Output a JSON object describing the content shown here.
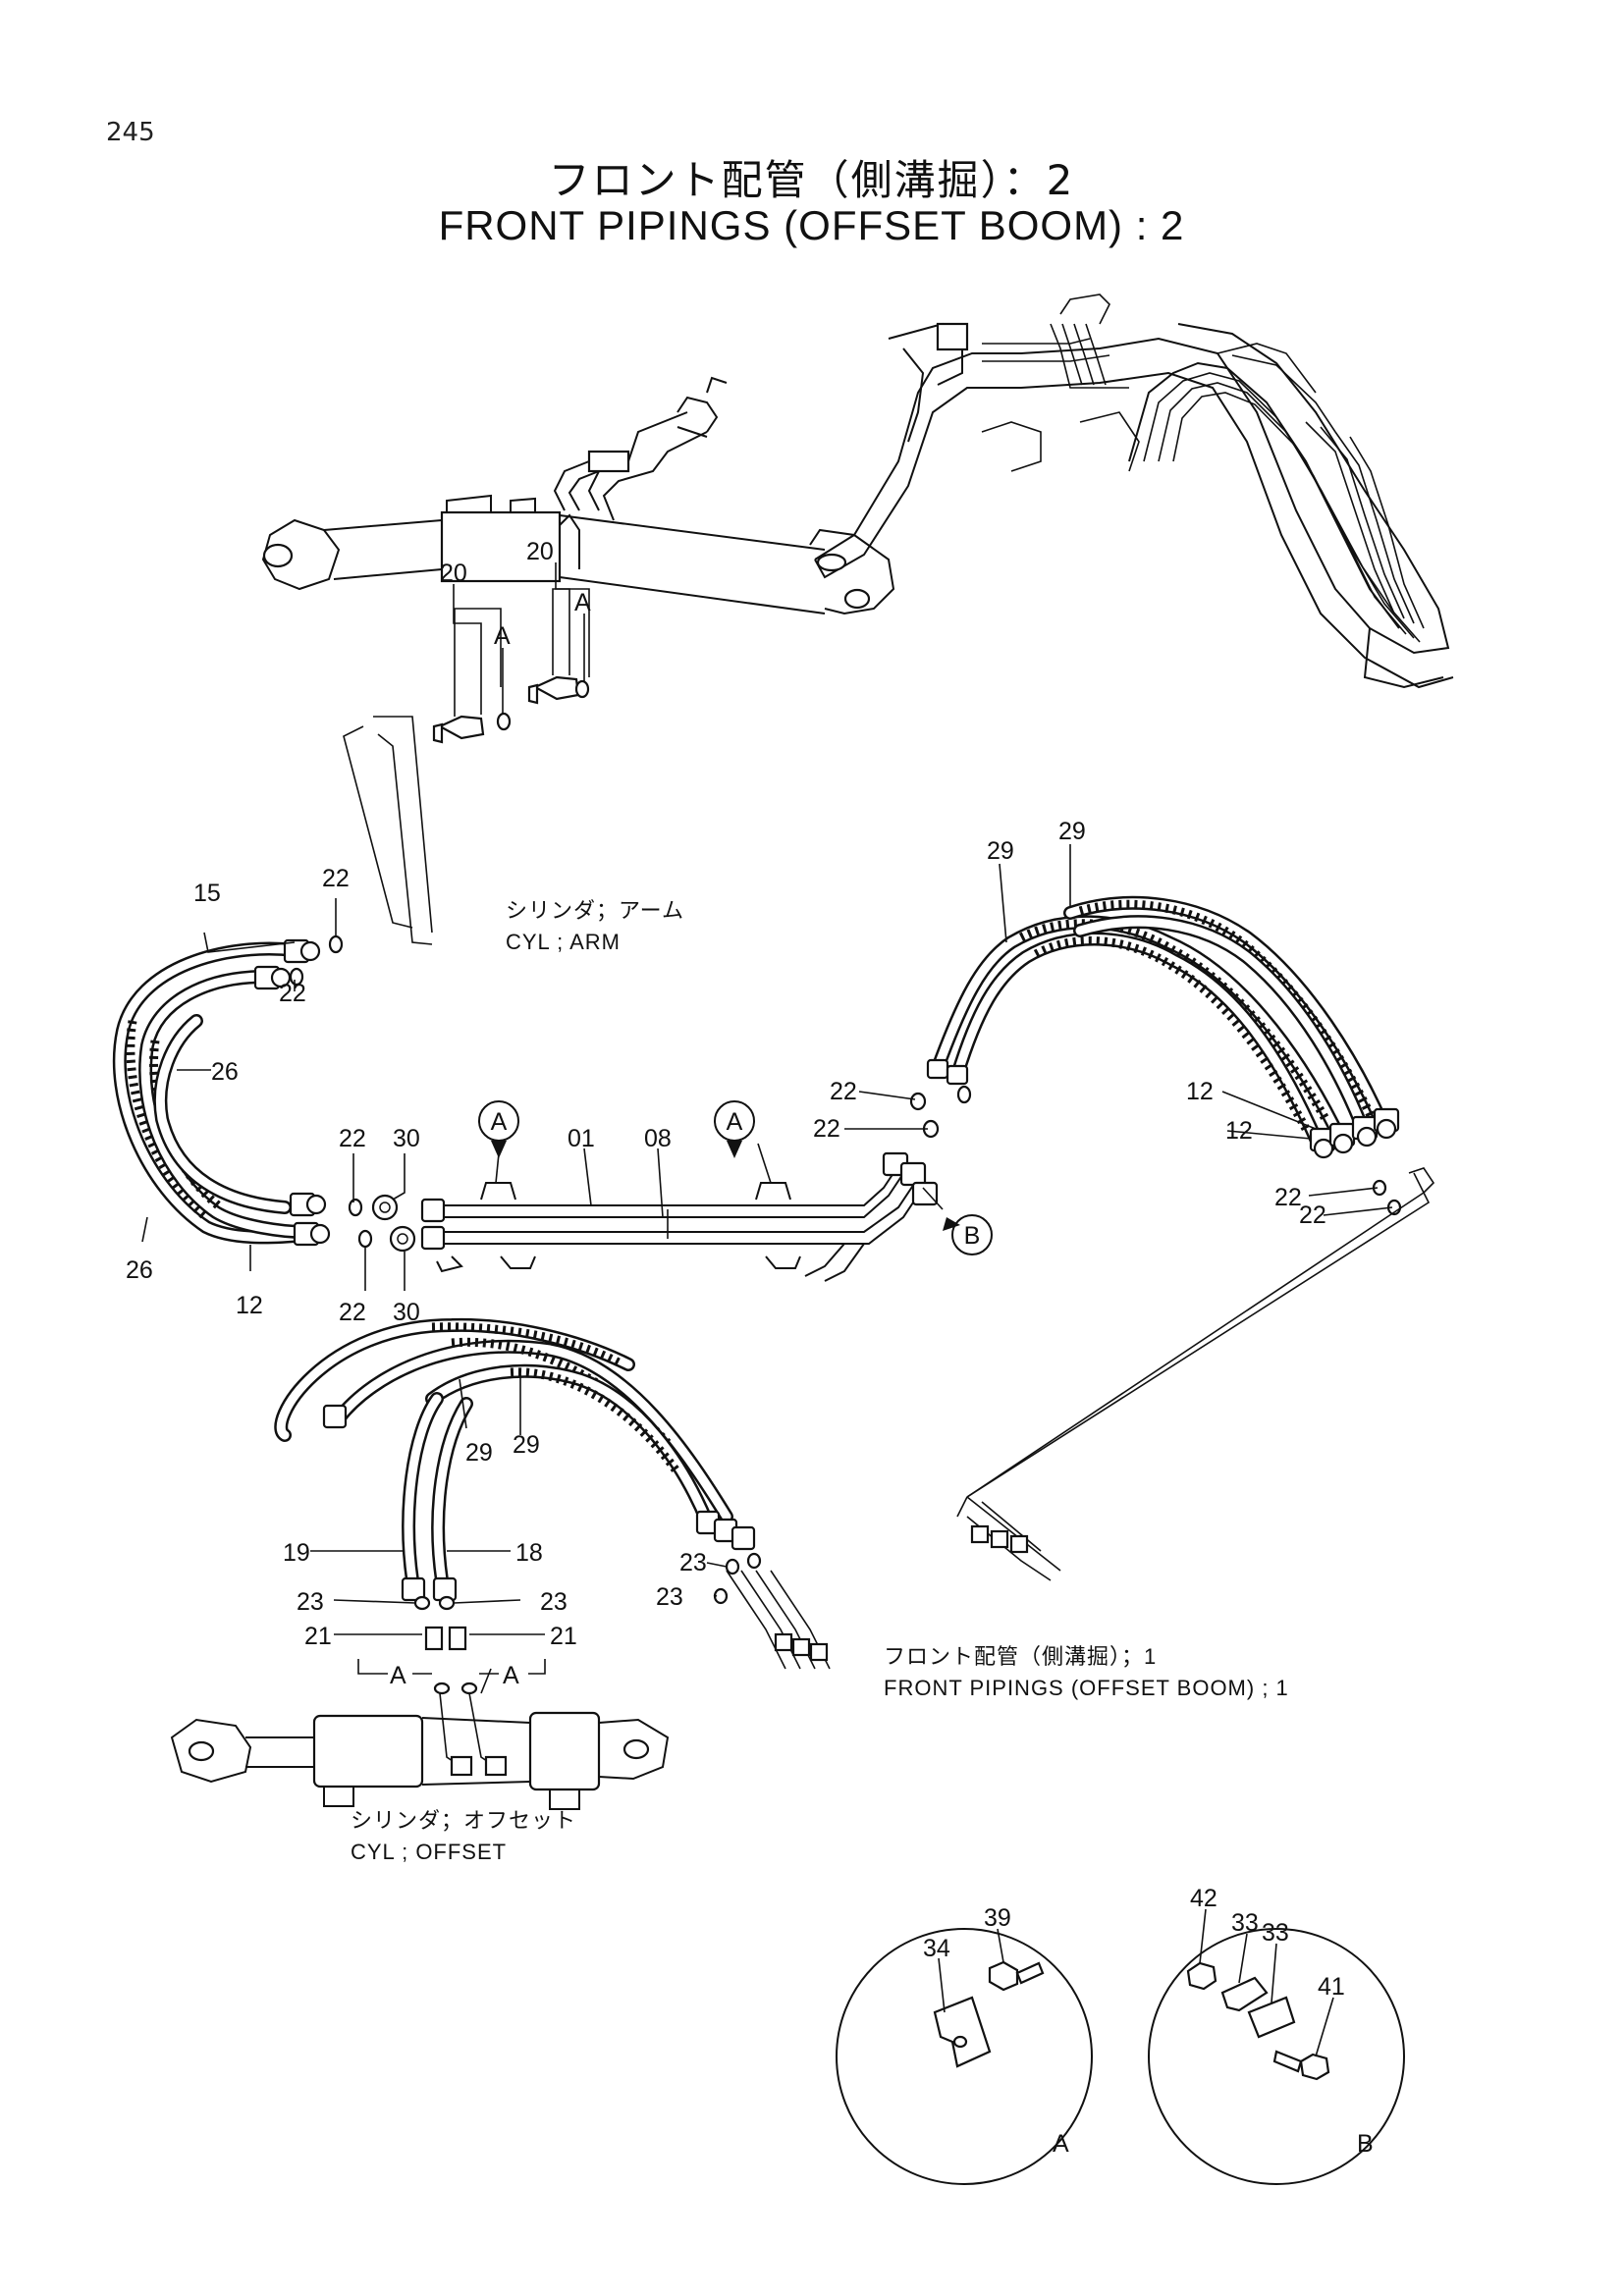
{
  "page_number": "245",
  "title": {
    "jp": "フロント配管（側溝掘）：2",
    "en": "FRONT PIPINGS (OFFSET BOOM) : 2"
  },
  "labels": {
    "cyl_arm_jp": "シリンダ；アーム",
    "cyl_arm_en": "CYL ; ARM",
    "cyl_offset_jp": "シリンダ；オフセット",
    "cyl_offset_en": "CYL ; OFFSET",
    "front_pipings_jp": "フロント配管（側溝掘）；1",
    "front_pipings_en": "FRONT PIPINGS (OFFSET BOOM) ; 1",
    "detail_a": "A",
    "detail_b": "B"
  },
  "callouts": [
    {
      "id": "c20a",
      "text": "20"
    },
    {
      "id": "c20b",
      "text": "20"
    },
    {
      "id": "cAa",
      "text": "A"
    },
    {
      "id": "cAb",
      "text": "A"
    },
    {
      "id": "c15",
      "text": "15"
    },
    {
      "id": "c22a",
      "text": "22"
    },
    {
      "id": "c22b",
      "text": "22"
    },
    {
      "id": "c26a",
      "text": "26"
    },
    {
      "id": "c26b",
      "text": "26"
    },
    {
      "id": "c12a",
      "text": "12"
    },
    {
      "id": "c22c",
      "text": "22"
    },
    {
      "id": "c22d",
      "text": "22"
    },
    {
      "id": "c30a",
      "text": "30"
    },
    {
      "id": "c30b",
      "text": "30"
    },
    {
      "id": "c01",
      "text": "01"
    },
    {
      "id": "c08",
      "text": "08"
    },
    {
      "id": "cAc",
      "text": "A"
    },
    {
      "id": "cAd",
      "text": "A"
    },
    {
      "id": "cB",
      "text": "B"
    },
    {
      "id": "c22e",
      "text": "22"
    },
    {
      "id": "c22f",
      "text": "22"
    },
    {
      "id": "c29a",
      "text": "29"
    },
    {
      "id": "c29b",
      "text": "29"
    },
    {
      "id": "c12b",
      "text": "12"
    },
    {
      "id": "c12c",
      "text": "12"
    },
    {
      "id": "c22g",
      "text": "22"
    },
    {
      "id": "c22h",
      "text": "22"
    },
    {
      "id": "c29c",
      "text": "29"
    },
    {
      "id": "c29d",
      "text": "29"
    },
    {
      "id": "c19",
      "text": "19"
    },
    {
      "id": "c18",
      "text": "18"
    },
    {
      "id": "c23a",
      "text": "23"
    },
    {
      "id": "c23b",
      "text": "23"
    },
    {
      "id": "c23c",
      "text": "23"
    },
    {
      "id": "c23d",
      "text": "23"
    },
    {
      "id": "c21a",
      "text": "21"
    },
    {
      "id": "c21b",
      "text": "21"
    },
    {
      "id": "cAe",
      "text": "A"
    },
    {
      "id": "cAf",
      "text": "A"
    },
    {
      "id": "c34",
      "text": "34"
    },
    {
      "id": "c39",
      "text": "39"
    },
    {
      "id": "c42",
      "text": "42"
    },
    {
      "id": "c33a",
      "text": "33"
    },
    {
      "id": "c33b",
      "text": "33"
    },
    {
      "id": "c41",
      "text": "41"
    }
  ]
}
